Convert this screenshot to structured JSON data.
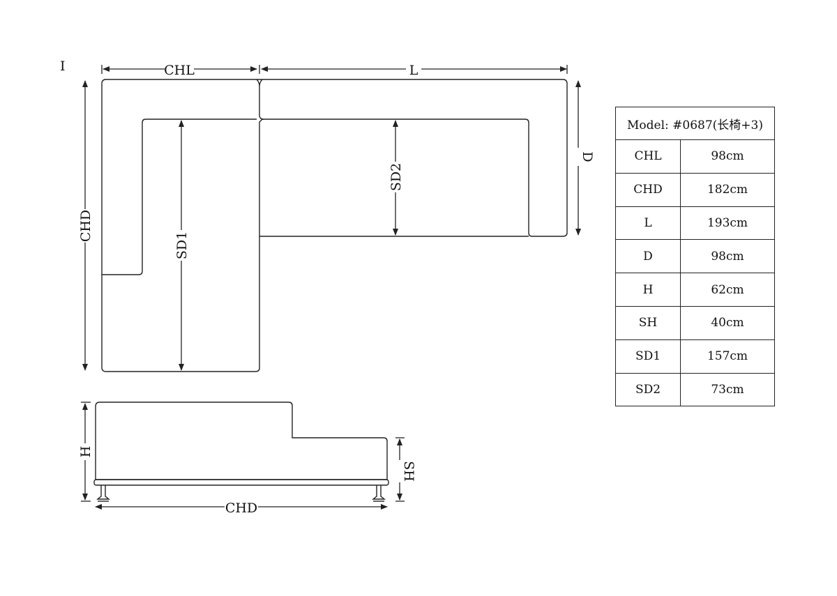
{
  "stray_mark": "I",
  "top_view": {
    "dim_chl": "CHL",
    "dim_l": "L",
    "dim_d": "D",
    "dim_chd": "CHD",
    "dim_sd1": "SD1",
    "dim_sd2": "SD2"
  },
  "side_view": {
    "dim_h": "H",
    "dim_sh": "SH",
    "dim_chd": "CHD"
  },
  "spec_table": {
    "header": "Model: #0687(长椅+3)",
    "rows": [
      {
        "key": "CHL",
        "value": "98cm"
      },
      {
        "key": "CHD",
        "value": "182cm"
      },
      {
        "key": "L",
        "value": "193cm"
      },
      {
        "key": "D",
        "value": "98cm"
      },
      {
        "key": "H",
        "value": "62cm"
      },
      {
        "key": "SH",
        "value": "40cm"
      },
      {
        "key": "SD1",
        "value": "157cm"
      },
      {
        "key": "SD2",
        "value": "73cm"
      }
    ]
  }
}
